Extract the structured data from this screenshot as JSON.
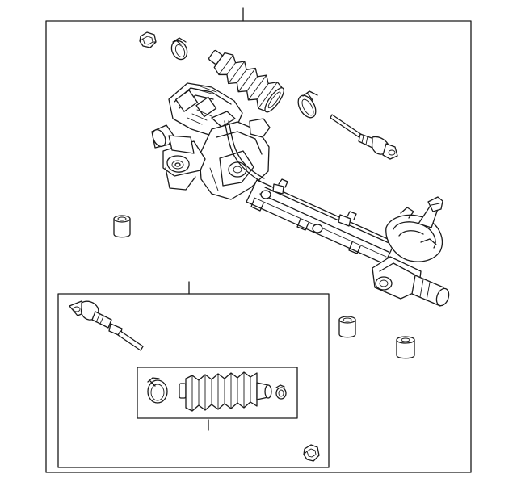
{
  "diagram": {
    "type": "parts-exploded-view",
    "labels": [],
    "colors": {
      "line": "#1a1a1a",
      "background": "#ffffff"
    },
    "parts": [
      "steering-gear-assembly",
      "bellows-boot",
      "boot-clamp",
      "inner-tie-rod",
      "jam-nut",
      "mount-bushing",
      "tie-rod-kit",
      "boot-kit"
    ]
  }
}
